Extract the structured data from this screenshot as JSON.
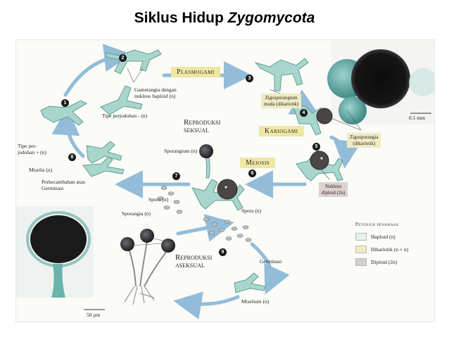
{
  "title": {
    "plain": "Siklus Hidup ",
    "italic": "Zygomycota"
  },
  "bars": {
    "plasmogami": "Plasmogami",
    "kariogami": "Kariogami",
    "meiosis": "Meiosis"
  },
  "steps": {
    "n1": "1",
    "n2": "2",
    "n3": "3",
    "n4": "4",
    "n5": "5",
    "n6": "6",
    "n7": "7",
    "n8": "8",
    "n9": "9"
  },
  "labels": {
    "gametangia_1": "Gametangia dengan",
    "gametangia_2": "nukleus haploid (n)",
    "mating_minus": "Tipe perjodohan - (n)",
    "mating_plus_1": "Tipe per-",
    "mating_plus_2": "jodohan + (n)",
    "misel": "Miselia (n)",
    "germ_1": "Perkecambahan atau",
    "germ_2": "Germinasi",
    "repro_sex_1": "Reproduksi",
    "repro_sex_2": "seksual",
    "sporangium": "Sporangium (n)",
    "spora_left": "Spora (n)",
    "spora_center": "Spora (n)",
    "sporangia": "Sporangia (n)",
    "repro_asex_1": "Reproduksi",
    "repro_asex_2": "aseksual",
    "germinasi": "Germinasi",
    "miselium": "Miselium (n)",
    "scale_micro": "0.1 mm",
    "scale_50": "50 μm"
  },
  "boxes": {
    "zygo_young_1": "Zigosporangium",
    "zygo_young_2": "muda (dikariotik)",
    "zygo_1": "Zigosporangia",
    "zygo_2": "(dikariotik)",
    "nucleus_1": "Nukleus",
    "nucleus_2": "diploid (2n)"
  },
  "legend": {
    "title": "Petunjuk penamaan",
    "items": [
      {
        "label": "Haploid (n)",
        "color": "#e6f0ed"
      },
      {
        "label": "Dikariotik (n + n)",
        "color": "#f0ebc2"
      },
      {
        "label": "Diploid (2n)",
        "color": "#d9cfcc"
      }
    ]
  },
  "colors": {
    "arrow": "#93bcd8",
    "hypha": "#a9d6cc",
    "hypha_stroke": "#5f9e93",
    "zygospore": "#4a4646",
    "bar_yellow": "#efe7a3"
  }
}
